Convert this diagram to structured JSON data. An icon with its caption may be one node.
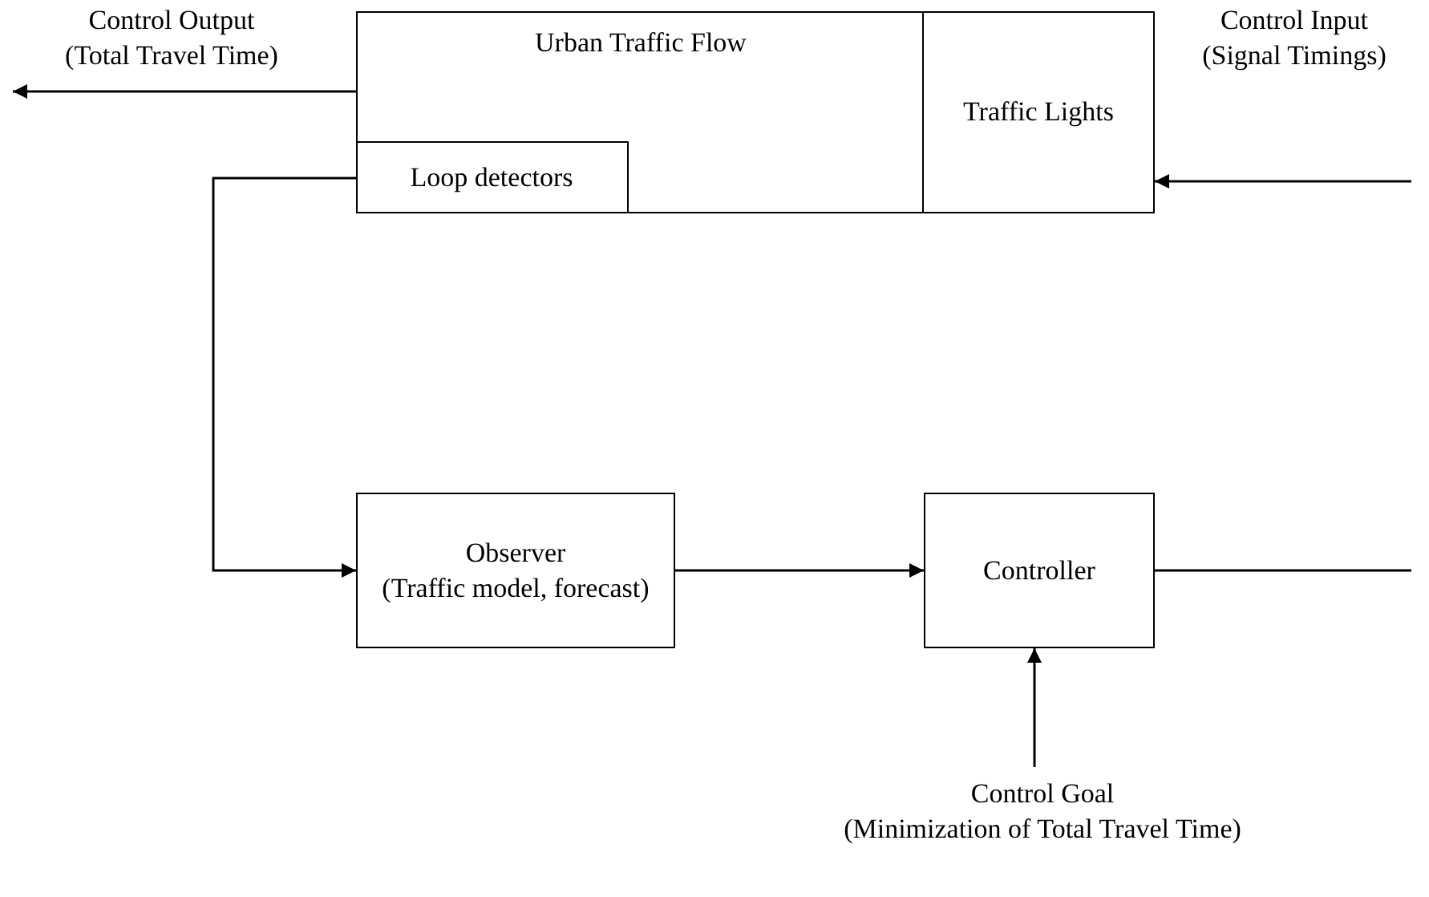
{
  "diagram": {
    "nodes": [
      {
        "text": [
          "Urban Traffic Flow"
        ]
      },
      {
        "text": [
          "Loop detectors"
        ],
        "in": 0
      },
      {
        "text": [
          "Traffic Lights"
        ]
      },
      {
        "text": [
          "Observer",
          "(Traffic model, forecast)"
        ]
      },
      {
        "text": [
          "Controller"
        ]
      },
      {
        "text": [
          "Control Goal",
          "(Minimization of Total Travel Time)"
        ]
      }
    ],
    "edges": [
      {
        "from": 0,
        "to": null,
        "arrow": "to",
        "label": "Control Output (Total Travel Time)"
      },
      {
        "from": null,
        "to": 2,
        "arrow": "to",
        "label": "Control Input (Signal Timings)"
      },
      {
        "from": 1,
        "to": 3,
        "arrow": "to"
      },
      {
        "from": 3,
        "to": 4,
        "arrow": "to"
      },
      {
        "from": 4,
        "to": null,
        "arrow": "none"
      },
      {
        "from": 5,
        "to": 4,
        "arrow": "to"
      }
    ]
  }
}
